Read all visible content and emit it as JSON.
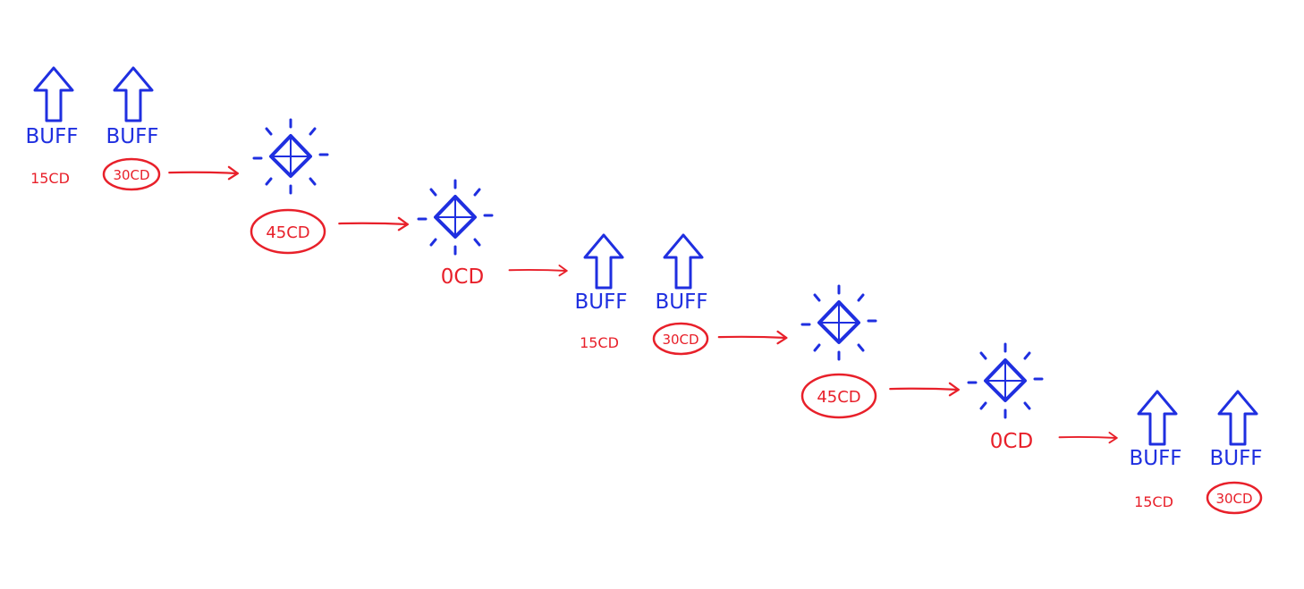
{
  "colors": {
    "ink_blue": "#1f2fe0",
    "ink_red": "#e8202a",
    "background": "#ffffff"
  },
  "icons": {
    "buff": "arrow-up-outline-icon",
    "burst": "diamond-burst-icon",
    "flow": "arrow-right-icon"
  },
  "labels": {
    "buff": "BUFF",
    "cd15": "15CD",
    "cd30": "30CD",
    "cd45": "45CD",
    "cd0": "0CD"
  }
}
